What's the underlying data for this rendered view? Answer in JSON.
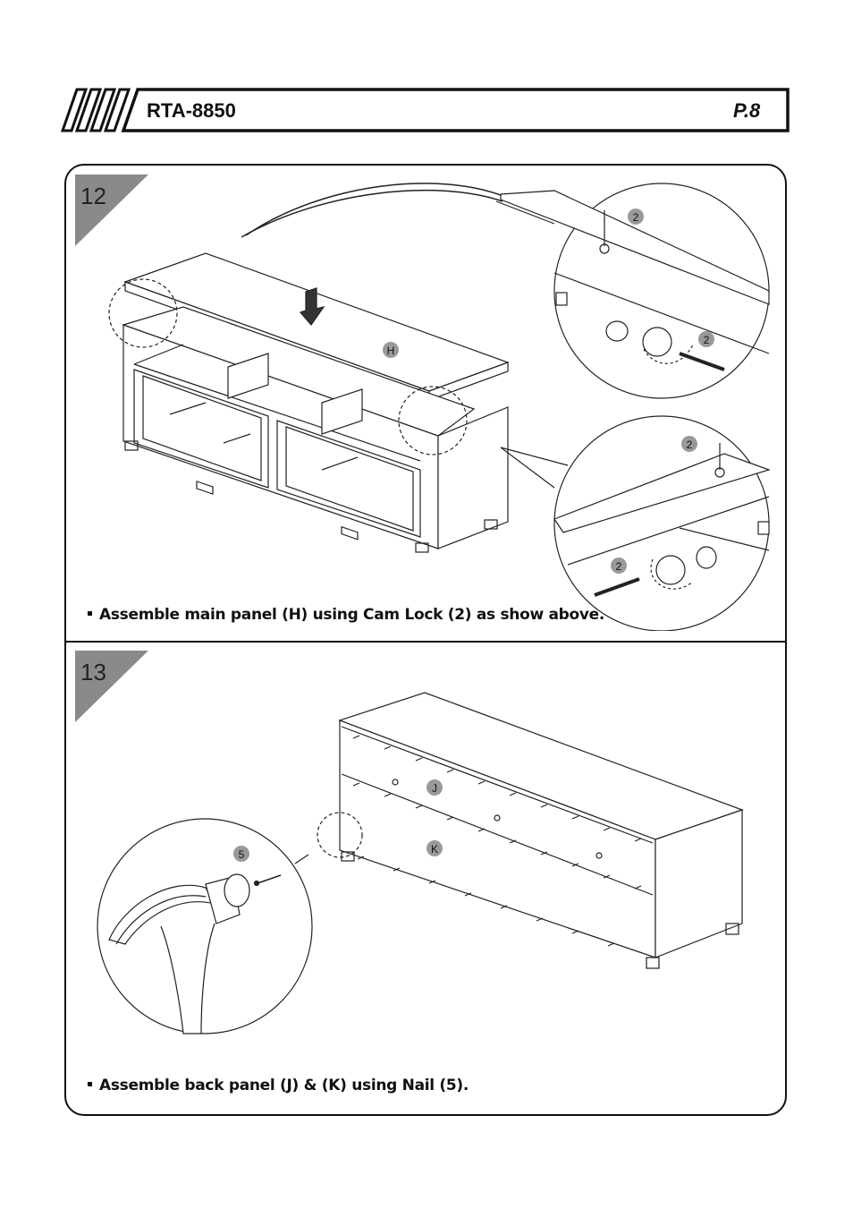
{
  "header": {
    "model": "RTA-8850",
    "page": "P.8"
  },
  "steps": [
    {
      "number": "12",
      "caption": "Assemble main panel (H) using Cam Lock (2) as show above.",
      "labels": {
        "panel": "H",
        "part_top": "2",
        "part_mid": "2",
        "part_lower": "2",
        "part_bottom": "2"
      }
    },
    {
      "number": "13",
      "caption": "Assemble back panel (J) & (K) using Nail (5).",
      "labels": {
        "panel_j": "J",
        "panel_k": "K",
        "nail": "5"
      }
    }
  ]
}
